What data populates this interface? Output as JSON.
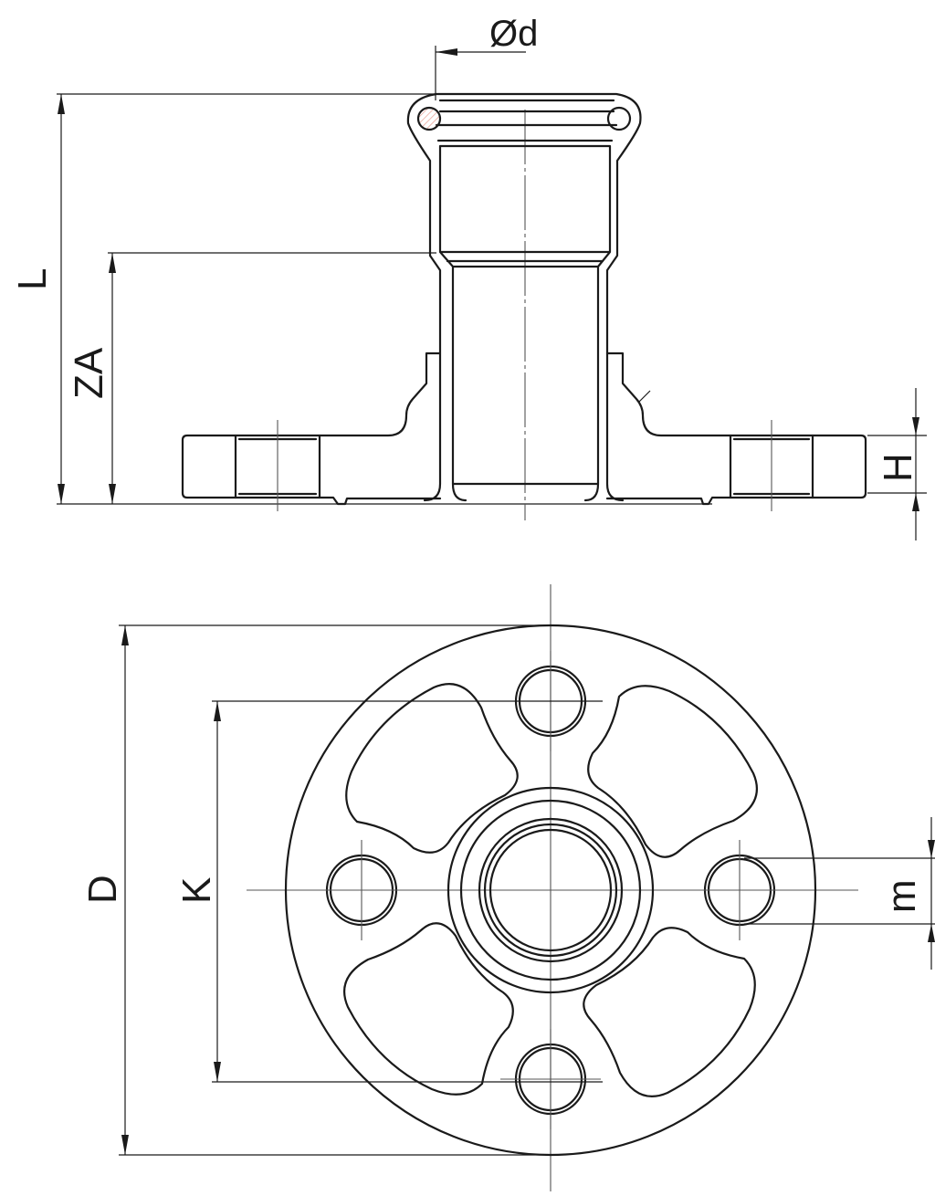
{
  "drawing": {
    "side_view": {
      "labels": {
        "diameter": "Ød",
        "length": "L",
        "insertion_depth": "ZA",
        "flange_height": "H"
      }
    },
    "top_view": {
      "labels": {
        "outer_diameter": "D",
        "bolt_circle": "K",
        "bolt_hole": "m"
      },
      "bolt_hole_count": 4
    },
    "colors": {
      "line": "#1a1a1a",
      "seal_hatch": "#e07a6a"
    }
  }
}
